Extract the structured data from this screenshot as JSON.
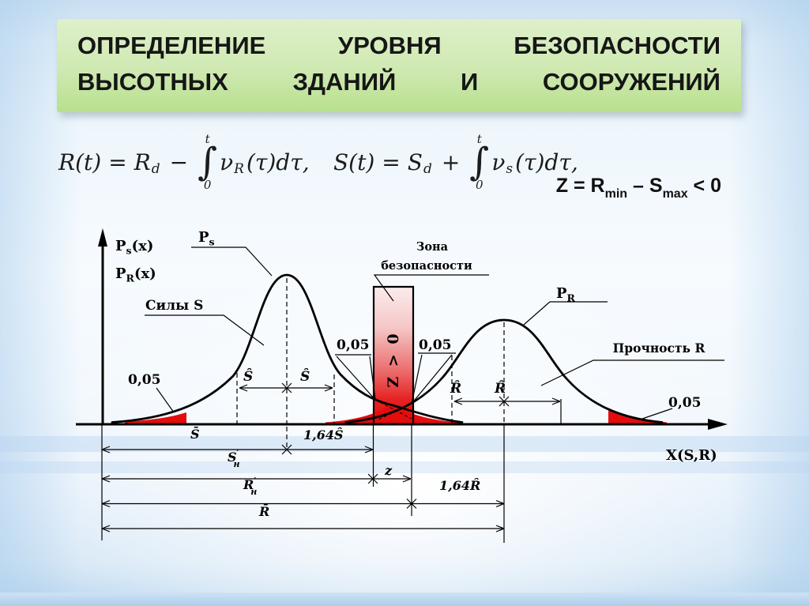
{
  "title": {
    "line1": [
      "ОПРЕДЕЛЕНИЕ",
      "УРОВНЯ",
      "БЕЗОПАСНОСТИ"
    ],
    "line2": [
      "ВЫСОТНЫХ",
      "ЗДАНИЙ",
      "И",
      "СООРУЖЕНИЙ"
    ]
  },
  "formulas": {
    "r": {
      "lhs": "R(t)",
      "eq": "=",
      "base": "R",
      "base_sub": "d",
      "op": "−",
      "upper": "t",
      "int": "∫",
      "lower": "0",
      "nu": "ν",
      "nu_sub": "R",
      "tail": "(τ)dτ,"
    },
    "s": {
      "lhs": "S(t)",
      "eq": "=",
      "base": "S",
      "base_sub": "d",
      "op": "+",
      "upper": "t",
      "int": "∫",
      "lower": "0",
      "nu": "ν",
      "nu_sub": "s",
      "tail": "(τ)dτ,"
    },
    "z": {
      "p1": "Z = R",
      "sub1": "min",
      "p2": " – S",
      "sub2": "max",
      "p3": " < 0"
    }
  },
  "diagram": {
    "ps_x": {
      "p": "P",
      "sub": "s",
      "arg": "(x)"
    },
    "pr_x": {
      "p": "P",
      "sub": "R",
      "arg": "(x)"
    },
    "ps": {
      "p": "P",
      "sub": "s"
    },
    "pr": {
      "p": "P",
      "sub": "R"
    },
    "forces_label": "Силы S",
    "strength_label": "Прочность R",
    "zone_line1": "Зона",
    "zone_line2": "безопасности",
    "bar_text": "Z > 0",
    "q_left": "0,05",
    "q_mid_left": "0,05",
    "q_mid_right": "0,05",
    "q_right": "0,05",
    "s_hat": "Ŝ",
    "r_hat": "R̂",
    "x_axis_label": "X(S,R)",
    "dims": {
      "s_bar": "S̄",
      "s164": "1,64Ŝ",
      "sn": {
        "b": "S",
        "sup": "′",
        "sub": "н"
      },
      "z": "z",
      "rn": {
        "b": "R",
        "sup": "′",
        "sub": "н"
      },
      "r164": "1,64R̂",
      "r_bar": "R̄"
    }
  },
  "colors": {
    "slide_bg": "#dcebf8",
    "title_bg_top": "#def0ca",
    "title_bg_bottom": "#b8e08d",
    "red": "#e30d0d",
    "bar_gradient_top": "#fbecec",
    "bar_gradient_bottom": "#e30d0d",
    "ink": "#000000"
  }
}
